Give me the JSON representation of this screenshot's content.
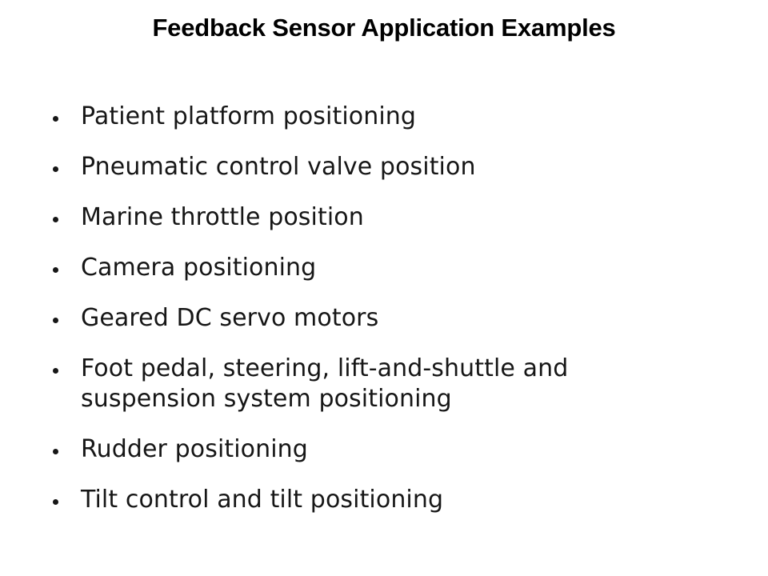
{
  "slide": {
    "title": "Feedback Sensor Application Examples",
    "background_color": "#ffffff",
    "text_color": "#161616",
    "title_color": "#000000",
    "bullets": [
      {
        "text": "Patient platform positioning"
      },
      {
        "text": "Pneumatic control valve position"
      },
      {
        "text": "Marine throttle position"
      },
      {
        "text": "Camera positioning"
      },
      {
        "text": "Geared DC servo motors"
      },
      {
        "text": "Foot pedal, steering, lift-and-shuttle and suspension system positioning"
      },
      {
        "text": "Rudder positioning"
      },
      {
        "text": "Tilt control and tilt positioning"
      }
    ]
  }
}
